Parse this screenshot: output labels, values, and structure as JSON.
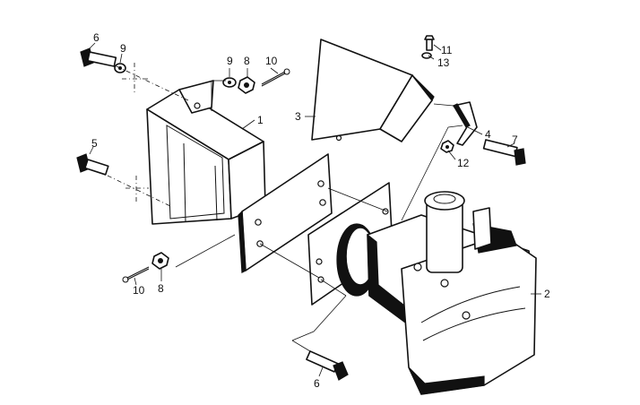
{
  "callouts": {
    "c1": "1",
    "c2": "2",
    "c3": "3",
    "c4": "4",
    "c5": "5",
    "c6a": "6",
    "c6b": "6",
    "c7": "7",
    "c8a": "8",
    "c8b": "8",
    "c9a": "9",
    "c9b": "9",
    "c10a": "10",
    "c10b": "10",
    "c11": "11",
    "c12": "12",
    "c13": "13"
  },
  "colors": {
    "ink": "#111111",
    "paper": "#ffffff"
  }
}
